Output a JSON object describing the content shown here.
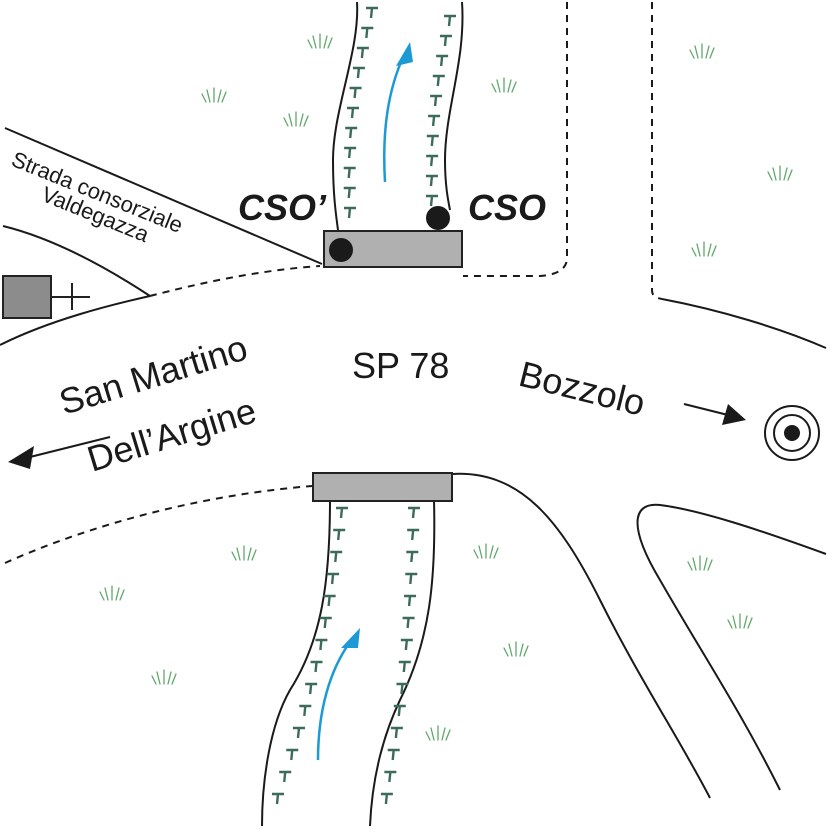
{
  "map": {
    "labels": {
      "road_main": "SP 78",
      "road_side_line1": "Strada consorziale",
      "road_side_line2": "Valdegazza",
      "west_line1": "San Martino",
      "west_line2": "Dell’Argine",
      "east": "Bozzolo",
      "outlet_left": "CSO’",
      "outlet_right": "CSO"
    },
    "colors": {
      "water_flow": "#1c9ad6",
      "bridge_fill": "#b0b0b0",
      "grass": "#5fa86b",
      "bank_tick": "#3d6b5b",
      "line": "#1a1a1a"
    },
    "icons": [
      "flow-arrow-icon",
      "direction-arrow-icon",
      "target-marker-icon",
      "building-icon",
      "grass-tuft-icon",
      "outlet-dot-icon"
    ]
  }
}
